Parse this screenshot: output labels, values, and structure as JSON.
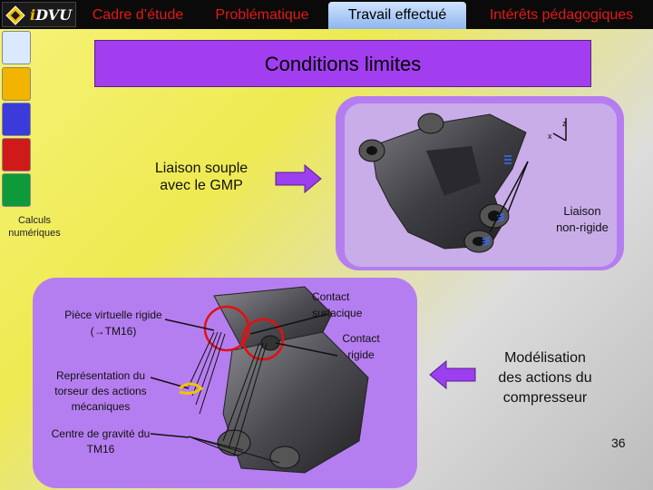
{
  "logo": {
    "text_i": "i",
    "text_rest": "DVU"
  },
  "tabs": [
    {
      "label": "Cadre d’étude"
    },
    {
      "label": "Problématique"
    },
    {
      "label": "Travail effectué"
    },
    {
      "label": "Intérêts pédagogiques"
    }
  ],
  "sidebar_colors": [
    "#d9e8ff",
    "#f2b400",
    "#3b3bdc",
    "#d01a1a",
    "#c61414",
    "#0f9a3a"
  ],
  "banner": {
    "title": "Conditions limites"
  },
  "labels": {
    "liaison_souple_1": "Liaison souple",
    "liaison_souple_2": "avec le GMP",
    "calculs_1": "Calculs",
    "calculs_2": "numériques",
    "liaison_nonrigide_1": "Liaison",
    "liaison_nonrigide_2": "non-rigide",
    "axis_z": "z",
    "axis_x": "x",
    "piece_1": "Pièce virtuelle rigide",
    "piece_2": "(→TM16)",
    "contact_surf_1": "Contact",
    "contact_surf_2": "surfacique",
    "contact_rig_1": "Contact",
    "contact_rig_2": "rigide",
    "repr_1": "Représentation du",
    "repr_2": "torseur des actions",
    "repr_3": "mécaniques",
    "centre_1": "Centre de gravité du",
    "centre_2": "TM16",
    "model_1": "Modélisation",
    "model_2": "des actions du",
    "model_3": "compresseur"
  },
  "page_number": "36",
  "colors": {
    "accent_purple": "#a23ef0",
    "tab_red": "#e31919",
    "arrow_purple": "#9b3ff0"
  }
}
